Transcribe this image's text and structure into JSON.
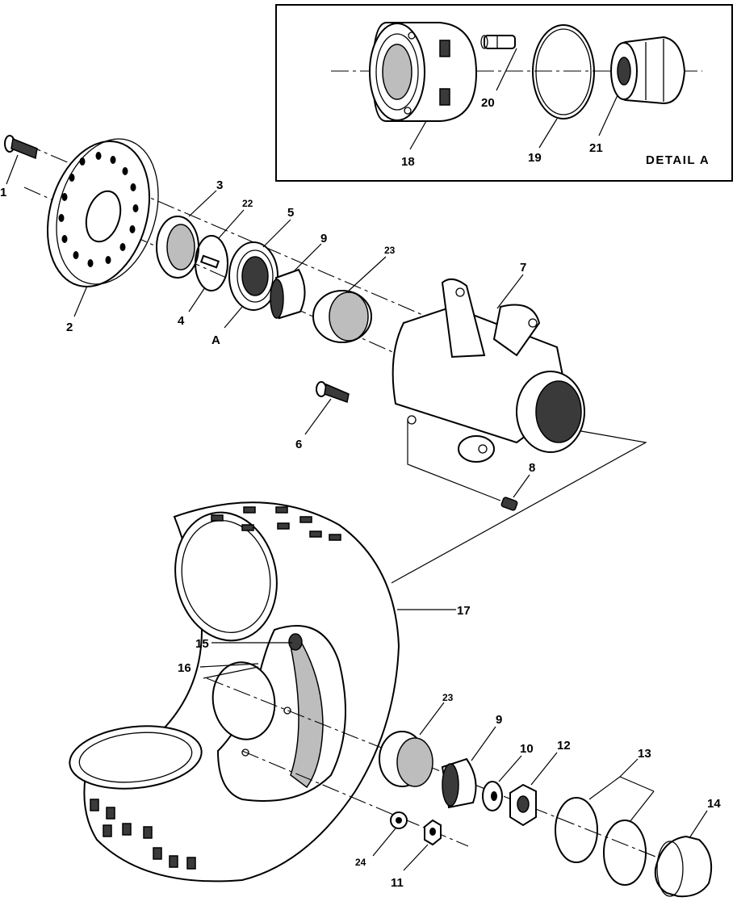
{
  "detail": {
    "title": "DETAIL A"
  },
  "callouts": {
    "c1": "1",
    "c2": "2",
    "c3": "3",
    "c4": "4",
    "c5": "5",
    "c6": "6",
    "c7": "7",
    "c8": "8",
    "c9a": "9",
    "c9b": "9",
    "c10": "10",
    "c11": "11",
    "c12": "12",
    "c13": "13",
    "c14": "14",
    "c15": "15",
    "c16": "16",
    "c17": "17",
    "c18": "18",
    "c19": "19",
    "c20": "20",
    "c21": "21",
    "c22": "22",
    "c23a": "23",
    "c23b": "23",
    "c24": "24",
    "cA": "A"
  }
}
